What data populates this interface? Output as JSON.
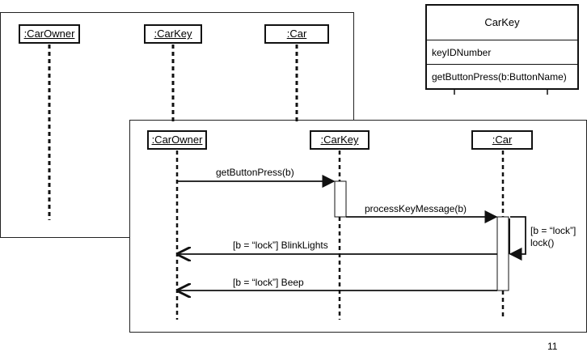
{
  "back_diagram": {
    "lifelines": [
      ":CarOwner",
      ":CarKey",
      ":Car"
    ]
  },
  "class_box": {
    "name": "CarKey",
    "attribute": "keyIDNumber",
    "operation": "getButtonPress(b:ButtonName)"
  },
  "front_diagram": {
    "lifelines": [
      ":CarOwner",
      ":CarKey",
      ":Car"
    ],
    "messages": {
      "m1": "getButtonPress(b)",
      "m2": "processKeyMessage(b)",
      "self_guard": "[b = “lock”]",
      "self_call": "lock()",
      "m3": "[b = “lock”] BlinkLights",
      "m4": "[b = “lock”] Beep"
    }
  },
  "page_number": "11"
}
